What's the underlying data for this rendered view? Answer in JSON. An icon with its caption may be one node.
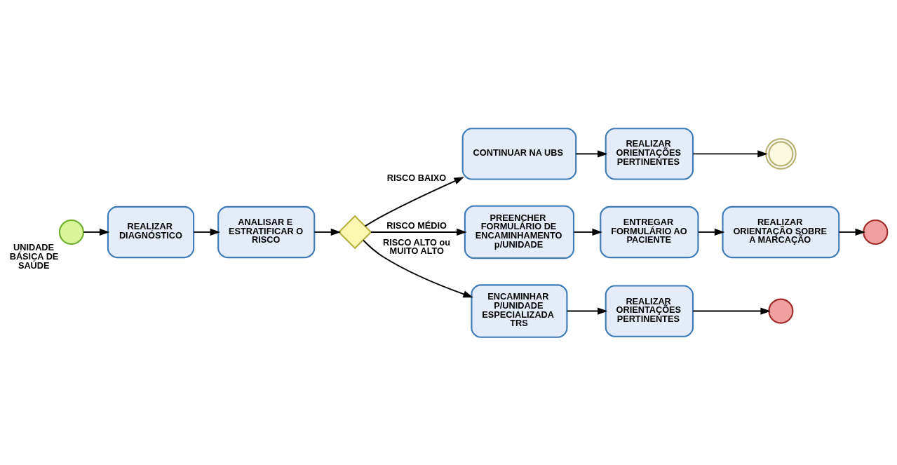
{
  "diagram": {
    "nodes": [
      {
        "text": [],
        "shape": "circle",
        "beside": [
          "UNIDADE BÁSICA DE SAÚDE"
        ]
      },
      {
        "text": [
          "REALIZAR DIAGNÓSTICO"
        ]
      },
      {
        "text": [
          "ANALISAR E ESTRATIFICAR O RISCO"
        ]
      },
      {
        "text": [],
        "shape": "diamond"
      },
      {
        "text": [
          "CONTINUAR NA UBS"
        ]
      },
      {
        "text": [
          "REALIZAR ORIENTAÇÕES PERTINENTES"
        ]
      },
      {
        "text": [],
        "shape": "circle"
      },
      {
        "text": [
          "PREENCHER FORMULÁRIO DE ENCAMINHAMENTO p/UNIDADE"
        ]
      },
      {
        "text": [
          "ENTREGAR FORMULÁRIO AO PACIENTE"
        ]
      },
      {
        "text": [
          "REALIZAR ORIENTAÇÃO SOBRE A MARCAÇÃO"
        ]
      },
      {
        "text": [],
        "shape": "circle"
      },
      {
        "text": [
          "ENCAMINHAR P/UNIDADE ESPECIALIZADA TRS"
        ]
      },
      {
        "text": [
          "REALIZAR ORIENTAÇÕES PERTINENTES"
        ]
      },
      {
        "text": [],
        "shape": "circle"
      }
    ],
    "edges": [
      {
        "from": 0,
        "to": 1,
        "arrow": "to"
      },
      {
        "from": 1,
        "to": 2,
        "arrow": "to"
      },
      {
        "from": 2,
        "to": 3,
        "arrow": "to"
      },
      {
        "from": 3,
        "to": 4,
        "arrow": "to",
        "label": "RISCO BAIXO"
      },
      {
        "from": 4,
        "to": 5,
        "arrow": "to"
      },
      {
        "from": 5,
        "to": 6,
        "arrow": "to"
      },
      {
        "from": 3,
        "to": 7,
        "arrow": "to",
        "label": "RISCO MÉDIO"
      },
      {
        "from": 7,
        "to": 8,
        "arrow": "to"
      },
      {
        "from": 8,
        "to": 9,
        "arrow": "to"
      },
      {
        "from": 9,
        "to": 10,
        "arrow": "to"
      },
      {
        "from": 3,
        "to": 11,
        "arrow": "to",
        "label": "RISCO ALTO ou MUITO ALTO"
      },
      {
        "from": 11,
        "to": 12,
        "arrow": "to"
      },
      {
        "from": 12,
        "to": 13,
        "arrow": "to"
      }
    ]
  }
}
